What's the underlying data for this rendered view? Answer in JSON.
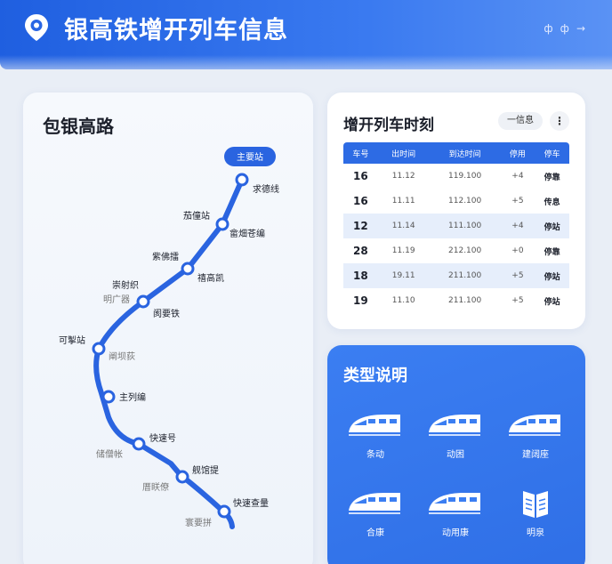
{
  "header": {
    "title": "银高铁增开列车信息",
    "icons": [
      "ф",
      "ф",
      "→"
    ]
  },
  "map": {
    "title": "包银高路",
    "badge": "主要站",
    "stations": [
      {
        "name": "求德线"
      },
      {
        "name": "茄僮站",
        "sub": "畲畑苍编"
      },
      {
        "name": "紫佛擂",
        "sub": "禧高凯"
      },
      {
        "name": "崇射织",
        "sub": "明广器"
      },
      {
        "name": "阂要铁"
      },
      {
        "name": "可掣站",
        "sub": "阐坝荻"
      },
      {
        "name": "主列编"
      },
      {
        "name": "快速号",
        "sub": "储僧帐"
      },
      {
        "name": "舰馆提",
        "sub": "厝眹僚"
      },
      {
        "name": "快速查量",
        "sub": "寰要拼"
      }
    ]
  },
  "timetable": {
    "title": "增开列车时刻",
    "info_label": "一信息",
    "more_label": "⋮",
    "columns": [
      "车号",
      "出时间",
      "到达时间",
      "停用",
      "停车"
    ],
    "rows": [
      {
        "train": "16",
        "dep": "11.12",
        "arr": "119.100",
        "delta": "+4",
        "status": "停靠"
      },
      {
        "train": "16",
        "dep": "11.11",
        "arr": "112.100",
        "delta": "+5",
        "status": "传息"
      },
      {
        "train": "12",
        "dep": "11.14",
        "arr": "111.100",
        "delta": "+4",
        "status": "停站"
      },
      {
        "train": "28",
        "dep": "11.19",
        "arr": "212.100",
        "delta": "+0",
        "status": "停靠"
      },
      {
        "train": "18",
        "dep": "19.11",
        "arr": "211.100",
        "delta": "+5",
        "status": "停站"
      },
      {
        "train": "19",
        "dep": "11.10",
        "arr": "211.100",
        "delta": "+5",
        "status": "停站"
      }
    ]
  },
  "legend": {
    "title": "类型说明",
    "items": [
      {
        "label": "条动",
        "icon": "high-speed-train-icon"
      },
      {
        "label": "动困",
        "icon": "bullet-train-icon"
      },
      {
        "label": "建阔座",
        "icon": "regional-train-icon"
      },
      {
        "label": "合康",
        "icon": "express-train-icon"
      },
      {
        "label": "动用康",
        "icon": "emu-train-icon"
      },
      {
        "label": "明泉",
        "icon": "book-icon"
      }
    ]
  },
  "colors": {
    "accent": "#2d6be4",
    "route": "#2a64e0"
  }
}
